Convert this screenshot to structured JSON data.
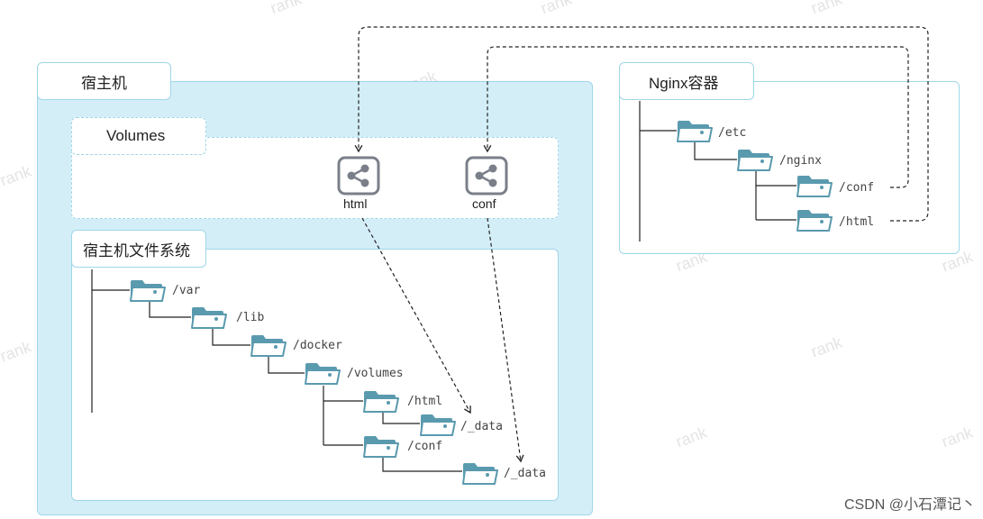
{
  "host": {
    "title": "宿主机"
  },
  "volumes": {
    "title": "Volumes",
    "items": [
      {
        "label": "html"
      },
      {
        "label": "conf"
      }
    ]
  },
  "host_fs": {
    "title": "宿主机文件系统",
    "tree": [
      "/var",
      "/lib",
      "/docker",
      "/volumes",
      "/html",
      "/_data",
      "/conf",
      "/_data"
    ]
  },
  "container": {
    "title": "Nginx容器",
    "tree": [
      "/etc",
      "/nginx",
      "/conf",
      "/html"
    ]
  },
  "watermark": "rank",
  "credit": "CSDN @小石潭记丶",
  "colors": {
    "panel_fill": "#d4eef8",
    "border": "#9fd6e8",
    "folder": "#5a9aae",
    "share_icon": "#7a7f8a"
  },
  "icons": [
    "folder-icon",
    "share-icon",
    "arrow-down-icon"
  ]
}
